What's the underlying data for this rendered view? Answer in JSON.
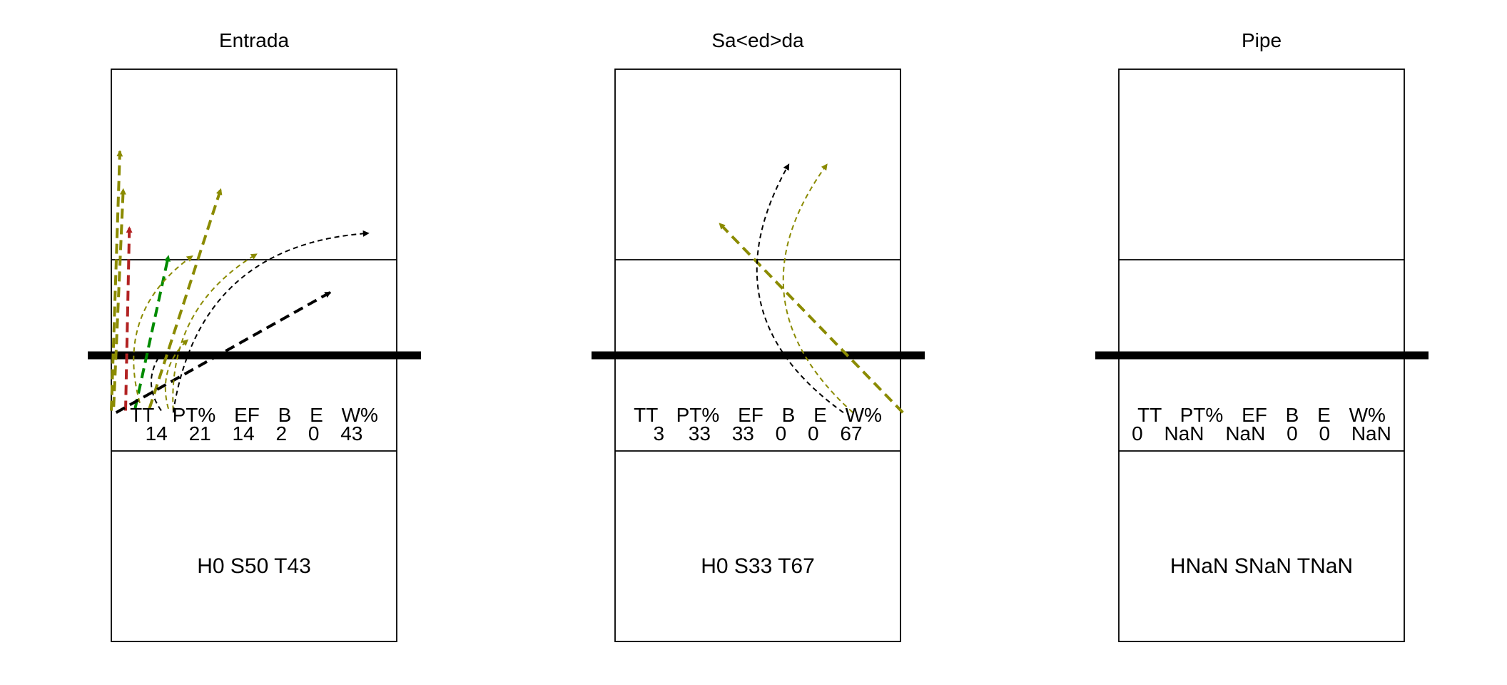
{
  "chart_data": {
    "type": "other",
    "colors": {
      "olive": "#8B8B00",
      "red": "#B22222",
      "green": "#008B00",
      "black": "#000000"
    },
    "panels": [
      {
        "title": "Entrada",
        "stats": {
          "headers": [
            "TT",
            "PT%",
            "EF",
            "B",
            "E",
            "W%"
          ],
          "values": [
            "14",
            "21",
            "14",
            "2",
            "0",
            "43"
          ]
        },
        "summary": "H0 S50 T43",
        "attacks": [
          {
            "from": [
              0.0,
              3.05
            ],
            "to": [
              0.18,
              9.85
            ],
            "color": "olive",
            "style": "heavy",
            "curve": 0
          },
          {
            "from": [
              0.05,
              3.15
            ],
            "to": [
              0.25,
              8.85
            ],
            "color": "olive",
            "style": "heavy",
            "curve": 0
          },
          {
            "from": [
              0.3,
              3.05
            ],
            "to": [
              0.38,
              7.85
            ],
            "color": "red",
            "style": "heavy",
            "curve": 0
          },
          {
            "from": [
              0.5,
              3.1
            ],
            "to": [
              1.2,
              7.1
            ],
            "color": "green",
            "style": "heavy",
            "curve": 0
          },
          {
            "from": [
              0.8,
              3.1
            ],
            "to": [
              2.3,
              8.85
            ],
            "color": "olive",
            "style": "heavy",
            "curve": 0
          },
          {
            "from": [
              0.1,
              3.0
            ],
            "to": [
              4.6,
              6.15
            ],
            "color": "black",
            "style": "heavy",
            "curve": 0
          },
          {
            "from": [
              0.6,
              3.25
            ],
            "to": [
              1.7,
              7.1
            ],
            "color": "olive",
            "style": "light",
            "curve": -0.35
          },
          {
            "from": [
              1.3,
              3.05
            ],
            "to": [
              3.05,
              7.15
            ],
            "color": "olive",
            "style": "light",
            "curve": -0.3
          },
          {
            "from": [
              1.3,
              3.0
            ],
            "to": [
              5.4,
              7.7
            ],
            "color": "black",
            "style": "light",
            "curve": -0.4
          },
          {
            "from": [
              1.2,
              3.1
            ],
            "to": [
              1.6,
              4.9
            ],
            "color": "olive",
            "style": "light",
            "curve": -0.3
          },
          {
            "from": [
              1.05,
              3.05
            ],
            "to": [
              1.05,
              4.55
            ],
            "color": "black",
            "style": "light",
            "curve": -0.35
          }
        ]
      },
      {
        "title": "Sa<ed>da",
        "stats": {
          "headers": [
            "TT",
            "PT%",
            "EF",
            "B",
            "E",
            "W%"
          ],
          "values": [
            "3",
            "33",
            "33",
            "0",
            "0",
            "67"
          ]
        },
        "summary": "H0 S33 T67",
        "attacks": [
          {
            "from": [
              6.05,
              3.0
            ],
            "to": [
              2.2,
              7.95
            ],
            "color": "olive",
            "style": "heavy",
            "curve": 0
          },
          {
            "from": [
              4.8,
              3.0
            ],
            "to": [
              3.65,
              9.5
            ],
            "color": "black",
            "style": "light",
            "curve": -0.45
          },
          {
            "from": [
              5.0,
              3.0
            ],
            "to": [
              4.45,
              9.5
            ],
            "color": "olive",
            "style": "light",
            "curve": -0.45
          }
        ]
      },
      {
        "title": "Pipe",
        "stats": {
          "headers": [
            "TT",
            "PT%",
            "EF",
            "B",
            "E",
            "W%"
          ],
          "values": [
            "0",
            "NaN",
            "NaN",
            "0",
            "0",
            "NaN"
          ]
        },
        "summary": "HNaN SNaN TNaN",
        "attacks": []
      }
    ]
  }
}
